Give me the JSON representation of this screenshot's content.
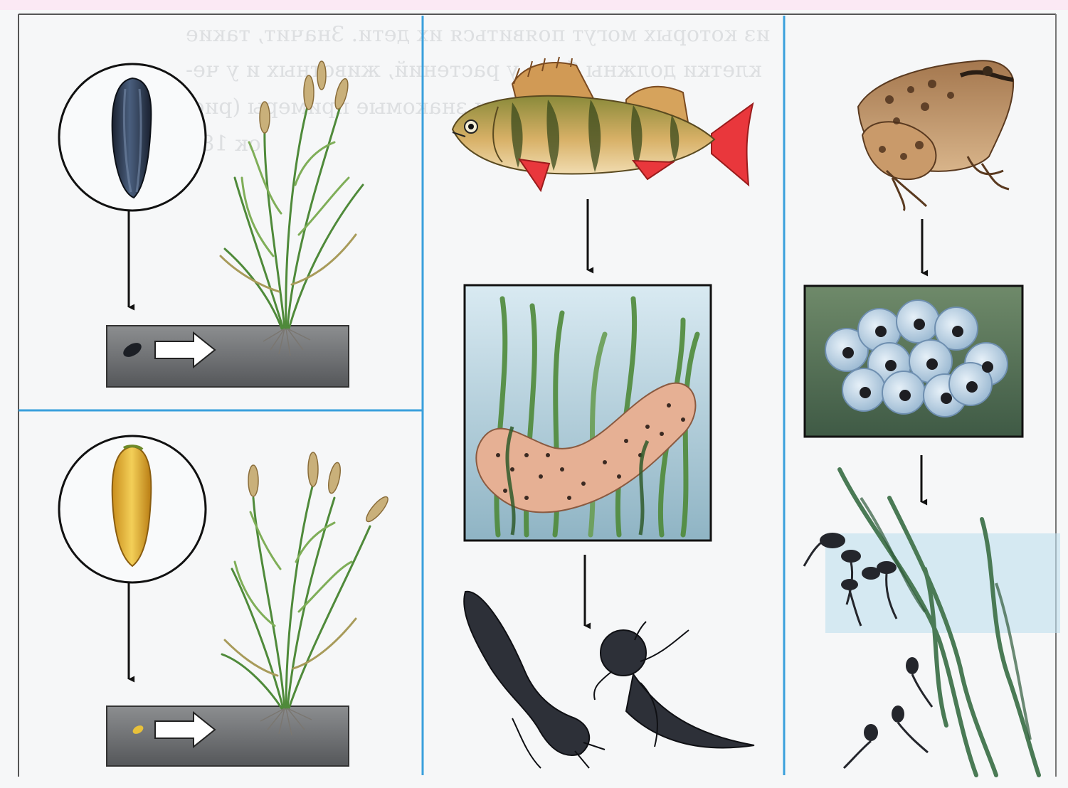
{
  "diagram": {
    "background_color": "#f6f7f8",
    "divider_color": "#3aa0dc",
    "arrow_color": "#111111",
    "soil_color": "#6d6f72",
    "bleed_through_text": [
      "из которых могут появиться их дети. Значит, такие",
      "клетки должны быть у растений, животных и у че-",
      "ловека. Назови знакомые примеры (рис.",
      "ок 18)."
    ]
  },
  "panels": [
    {
      "id": "sunflower-seed-to-plant",
      "seed_color": "#2c3a4e"
    },
    {
      "id": "corn-seed-to-plant",
      "seed_color": "#e8b63a"
    },
    {
      "id": "fish-life-cycle",
      "fin_color": "#e9373c"
    },
    {
      "id": "frog-life-cycle",
      "egg_color": "#b9d2e6"
    }
  ]
}
